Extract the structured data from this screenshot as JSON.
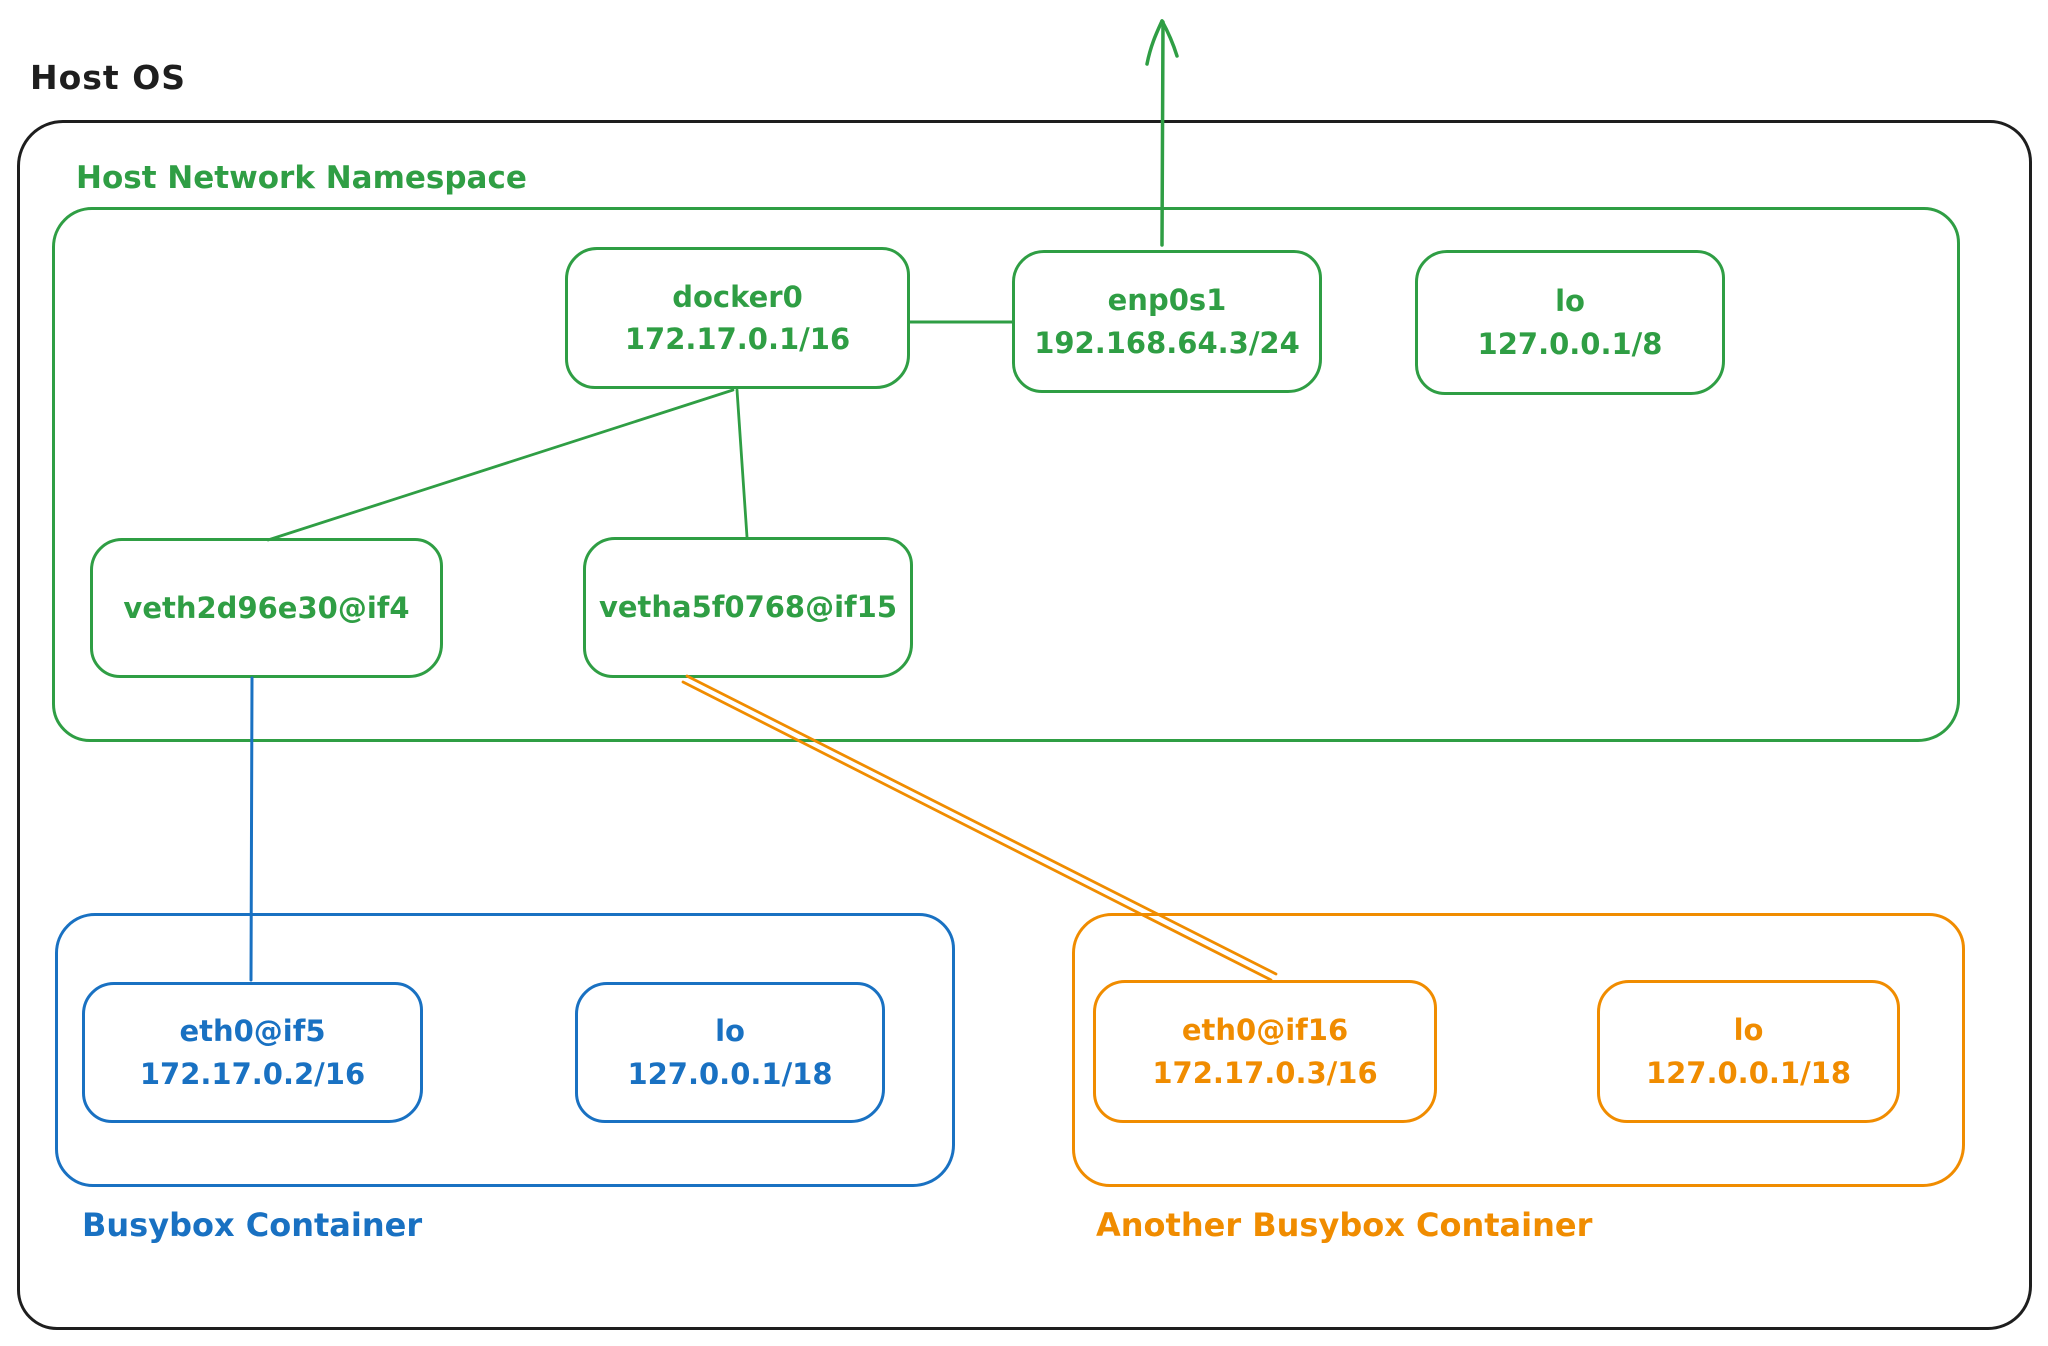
{
  "labels": {
    "host_os": "Host OS"
  },
  "colors": {
    "outline_black": "#1e1e1e",
    "namespace_green": "#2f9e44",
    "busybox_blue": "#1971c2",
    "busybox2_orange": "#f08c00",
    "background": "#ffffff"
  },
  "host_namespace": {
    "label": "Host Network Namespace",
    "nodes": [
      {
        "name": "docker0",
        "ip": "172.17.0.1/16"
      },
      {
        "name": "enp0s1",
        "ip": "192.168.64.3/24"
      },
      {
        "name": "lo",
        "ip": "127.0.0.1/8"
      },
      {
        "name": "veth2d96e30@if4",
        "ip": ""
      },
      {
        "name": "vetha5f0768@if15",
        "ip": ""
      }
    ]
  },
  "busybox_container": {
    "label": "Busybox Container",
    "nodes": [
      {
        "name": "eth0@if5",
        "ip": "172.17.0.2/16"
      },
      {
        "name": "lo",
        "ip": "127.0.0.1/18"
      }
    ]
  },
  "another_busybox_container": {
    "label": "Another Busybox Container",
    "nodes": [
      {
        "name": "eth0@if16",
        "ip": "172.17.0.3/16"
      },
      {
        "name": "lo",
        "ip": "127.0.0.1/18"
      }
    ]
  },
  "connections": [
    {
      "from": "enp0s1",
      "to": "external-uplink",
      "style": "arrow-up",
      "color": "#2f9e44"
    },
    {
      "from": "docker0",
      "to": "enp0s1",
      "style": "line",
      "color": "#2f9e44"
    },
    {
      "from": "docker0",
      "to": "veth2d96e30@if4",
      "style": "line",
      "color": "#2f9e44"
    },
    {
      "from": "docker0",
      "to": "vetha5f0768@if15",
      "style": "line",
      "color": "#2f9e44"
    },
    {
      "from": "veth2d96e30@if4",
      "to": "eth0@if5",
      "style": "line",
      "color": "#1971c2"
    },
    {
      "from": "vetha5f0768@if15",
      "to": "eth0@if16",
      "style": "double-line",
      "color": "#f08c00"
    }
  ]
}
